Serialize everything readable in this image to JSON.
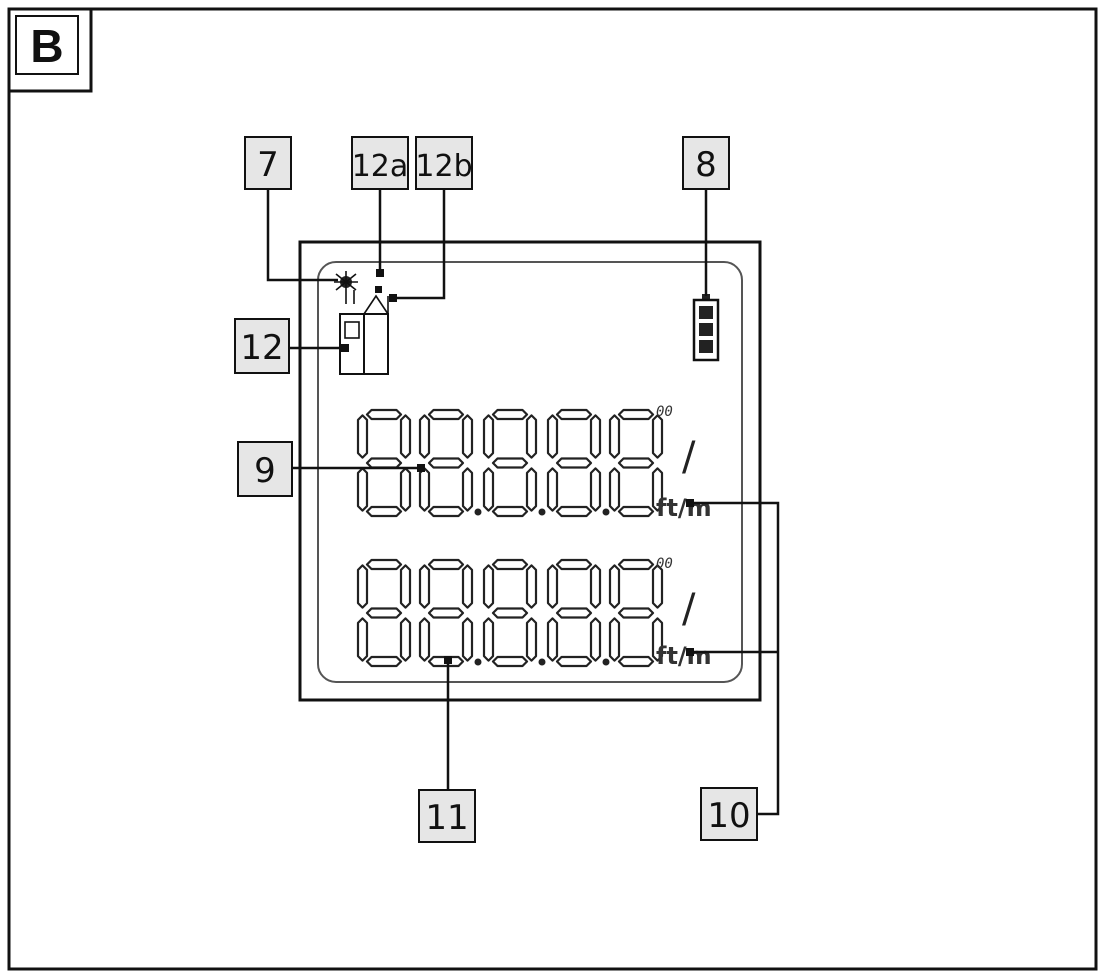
{
  "panel": {
    "letter": "B"
  },
  "callouts": {
    "c7": "7",
    "c12a": "12a",
    "c12b": "12b",
    "c8": "8",
    "c12": "12",
    "c9": "9",
    "c10": "10",
    "c11": "11"
  },
  "lcd": {
    "unit_top": "/",
    "unit_bottom": "ft/m",
    "small_digits": "00"
  },
  "colors": {
    "callout_fill": "#e6e6e6",
    "ink": "#111111"
  }
}
